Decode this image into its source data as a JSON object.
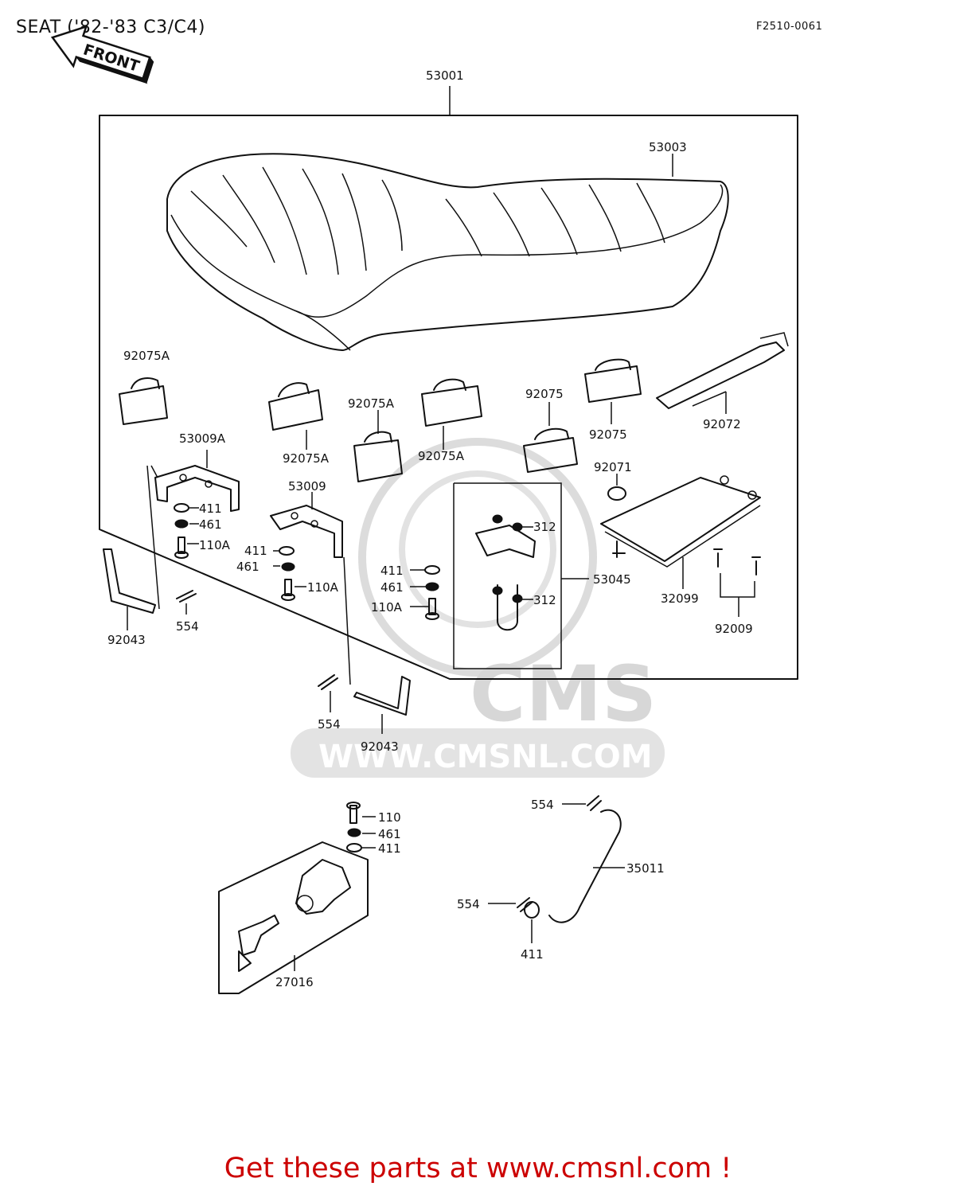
{
  "header": {
    "title": "SEAT ('82-'83 C3/C4)",
    "code": "F2510-0061"
  },
  "orientation_marker": "FRONT",
  "watermark": {
    "brand": "CMS",
    "url": "WWW.CMSNL.COM"
  },
  "callouts": {
    "c53001": "53001",
    "c53003": "53003",
    "c92075A_1": "92075A",
    "c92075A_2": "92075A",
    "c92075A_3": "92075A",
    "c92075A_4": "92075A",
    "c92075_1": "92075",
    "c92075_2": "92075",
    "c92072": "92072",
    "c53009A": "53009A",
    "c53009": "53009",
    "c411_1": "411",
    "c461_1": "461",
    "c110A_1": "110A",
    "c411_2": "411",
    "c461_2": "461",
    "c110A_2": "110A",
    "c411_3": "411",
    "c461_3": "461",
    "c110A_3": "110A",
    "c312_1": "312",
    "c312_2": "312",
    "c53045": "53045",
    "c92071": "92071",
    "c32099": "32099",
    "c92009": "92009",
    "c92043_1": "92043",
    "c554_1": "554",
    "c554_2": "554",
    "c92043_2": "92043",
    "c110": "110",
    "c461_4": "461",
    "c411_4": "411",
    "c27016": "27016",
    "c554_3": "554",
    "c35011": "35011",
    "c554_4": "554",
    "c411_5": "411"
  },
  "footer": {
    "link_text": "Get these parts at www.cmsnl.com !",
    "link_color": "#cc0000"
  }
}
